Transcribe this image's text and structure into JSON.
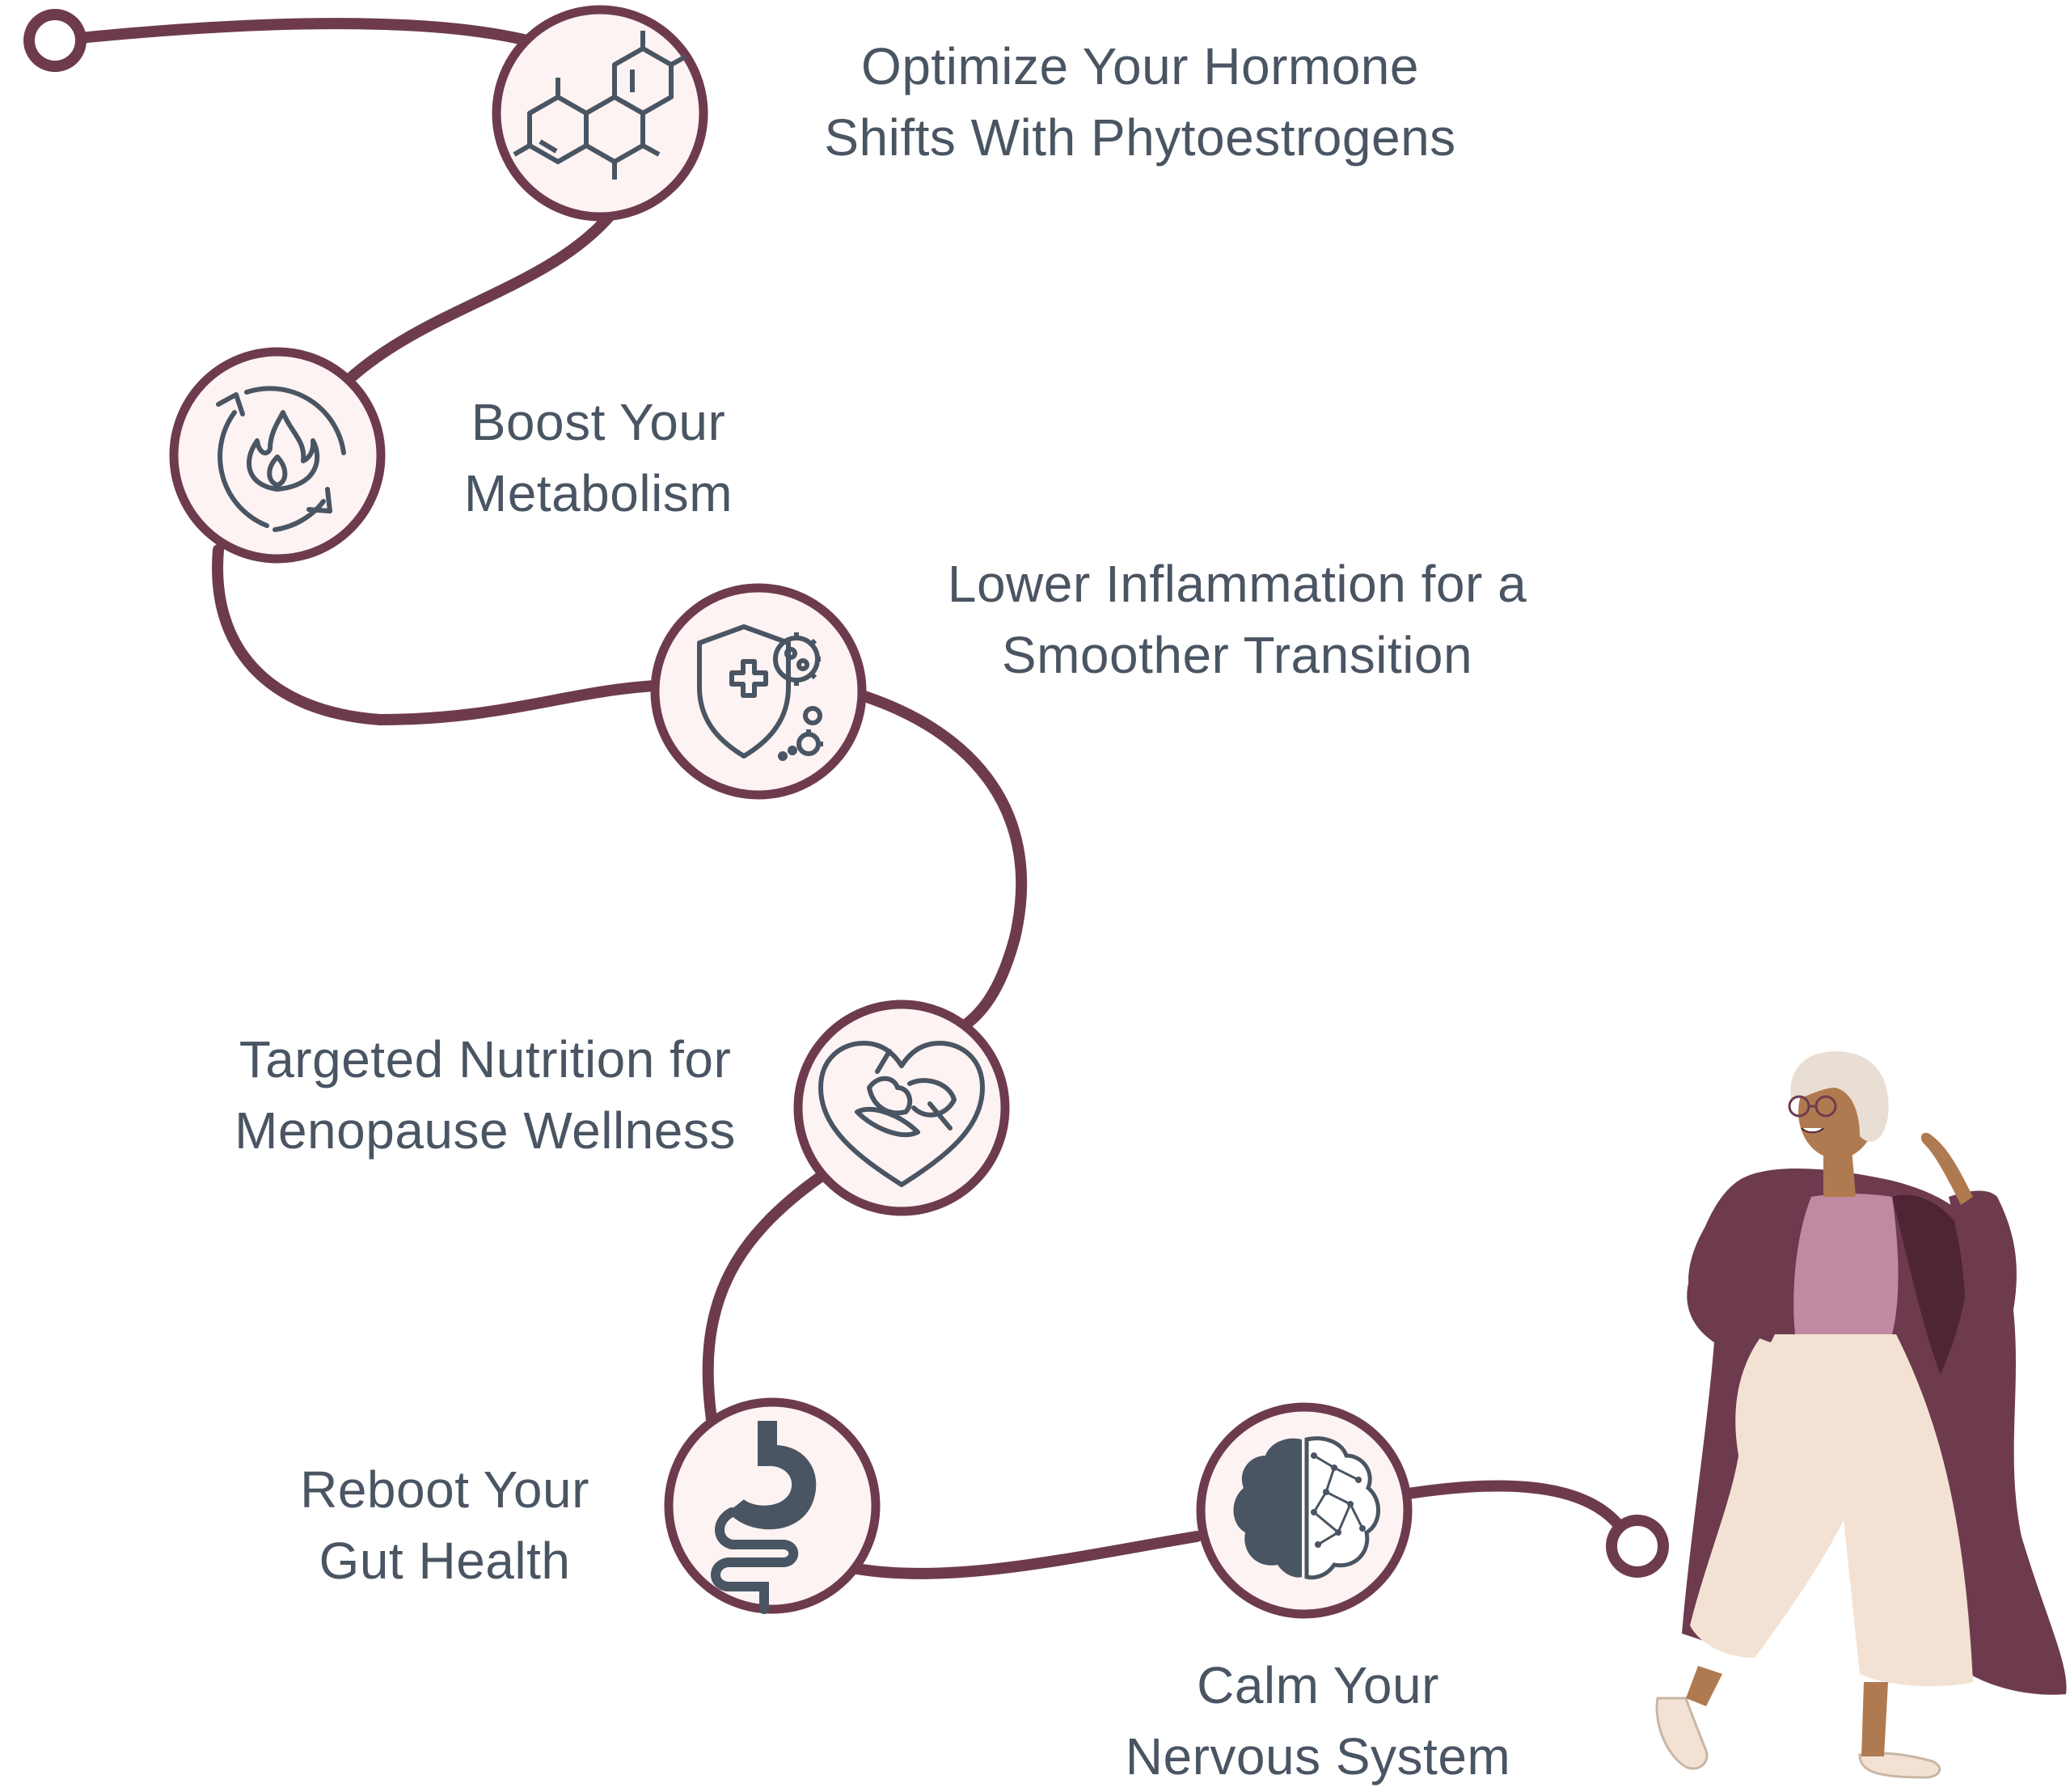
{
  "colors": {
    "path": "#6e3b4e",
    "circle_fill": "#fdf3f2",
    "icon_stroke": "#4a5563",
    "text": "#4a5563"
  },
  "steps": [
    {
      "line1": "Optimize Your Hormone",
      "line2": "Shifts With Phytoestrogens",
      "icon": "molecule-icon"
    },
    {
      "line1": "Boost Your",
      "line2": "Metabolism",
      "icon": "metabolism-flame-icon"
    },
    {
      "line1": "Lower Inflammation for a",
      "line2": "Smoother Transition",
      "icon": "immune-shield-icon"
    },
    {
      "line1": "Targeted Nutrition for",
      "line2": "Menopause Wellness",
      "icon": "heart-vegetables-icon"
    },
    {
      "line1": "Reboot Your",
      "line2": "Gut Health",
      "icon": "stomach-icon"
    },
    {
      "line1": "Calm Your",
      "line2": "Nervous System",
      "icon": "brain-icon"
    }
  ]
}
